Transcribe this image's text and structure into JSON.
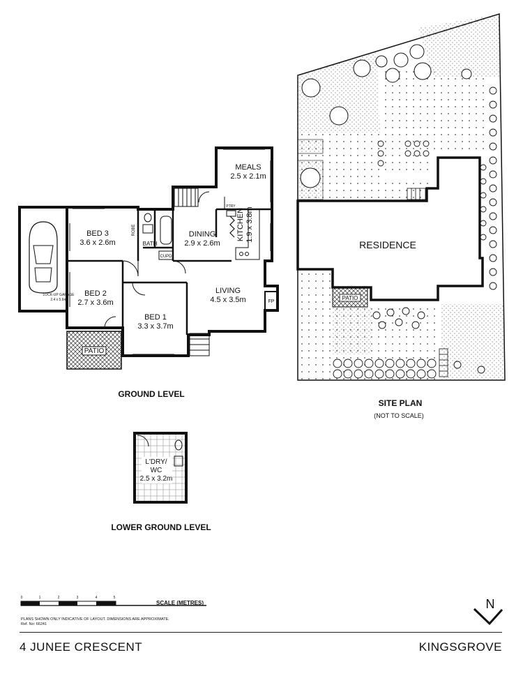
{
  "ground_level": {
    "title": "GROUND LEVEL",
    "rooms": {
      "meals": {
        "name": "MEALS",
        "dims": "2.5 x 2.1m"
      },
      "kitchen": {
        "name": "KITCHEN",
        "dims": "1.9 x 3.8m"
      },
      "dining": {
        "name": "DINING",
        "dims": "2.9 x 2.6m"
      },
      "bed3": {
        "name": "BED 3",
        "dims": "3.6 x 2.6m"
      },
      "bed2": {
        "name": "BED 2",
        "dims": "2.7 x 3.6m"
      },
      "bed1": {
        "name": "BED 1",
        "dims": "3.3 x 3.7m"
      },
      "living": {
        "name": "LIVING",
        "dims": "4.5 x 3.5m"
      },
      "garage": {
        "name": "LOCK-UP GARAGE",
        "dims": "2.4 x 5.6m"
      },
      "patio": "PATIO",
      "bath": "BATH",
      "robe": "ROBE",
      "cupd": "CUPD",
      "fp": "FP",
      "pty": "PTRY"
    }
  },
  "lower_ground": {
    "title": "LOWER GROUND LEVEL",
    "room": {
      "name_line1": "L'DRY/",
      "name_line2": "WC",
      "dims": "2.5 x 3.2m"
    }
  },
  "site_plan": {
    "title": "SITE PLAN",
    "subtitle": "(NOT TO SCALE)",
    "residence": "RESIDENCE",
    "patio": "PATIO"
  },
  "scale": {
    "label": "SCALE (METRES)",
    "ticks": [
      "0",
      "1",
      "2",
      "3",
      "4",
      "5"
    ],
    "disclaimer": "PLANS SHOWN ONLY INDICATIVE OF LAYOUT.  DIMENSIONS ARE APPROXIMATE.",
    "ref": "Ref. No: 66241"
  },
  "north": "N",
  "footer": {
    "address": "4 JUNEE CRESCENT",
    "suburb": "KINGSGROVE"
  }
}
